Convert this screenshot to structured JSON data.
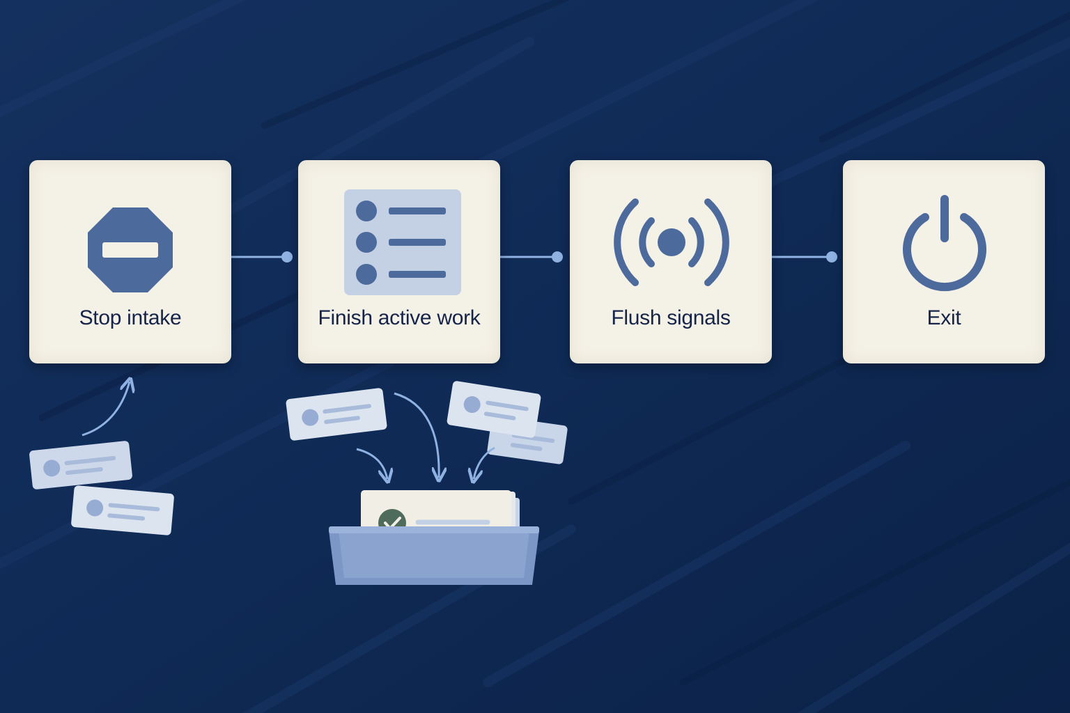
{
  "colors": {
    "background": "#0f2a55",
    "card": "#f4f1e6",
    "icon": "#4d6a9d",
    "connector": "#8fb2e3",
    "label": "#16244a",
    "check": "#4f6b5b"
  },
  "steps": [
    {
      "label": "Stop intake",
      "icon": "stop-sign-icon"
    },
    {
      "label": "Finish active work",
      "icon": "task-list-icon"
    },
    {
      "label": "Flush signals",
      "icon": "broadcast-icon"
    },
    {
      "label": "Exit",
      "icon": "power-icon"
    }
  ]
}
